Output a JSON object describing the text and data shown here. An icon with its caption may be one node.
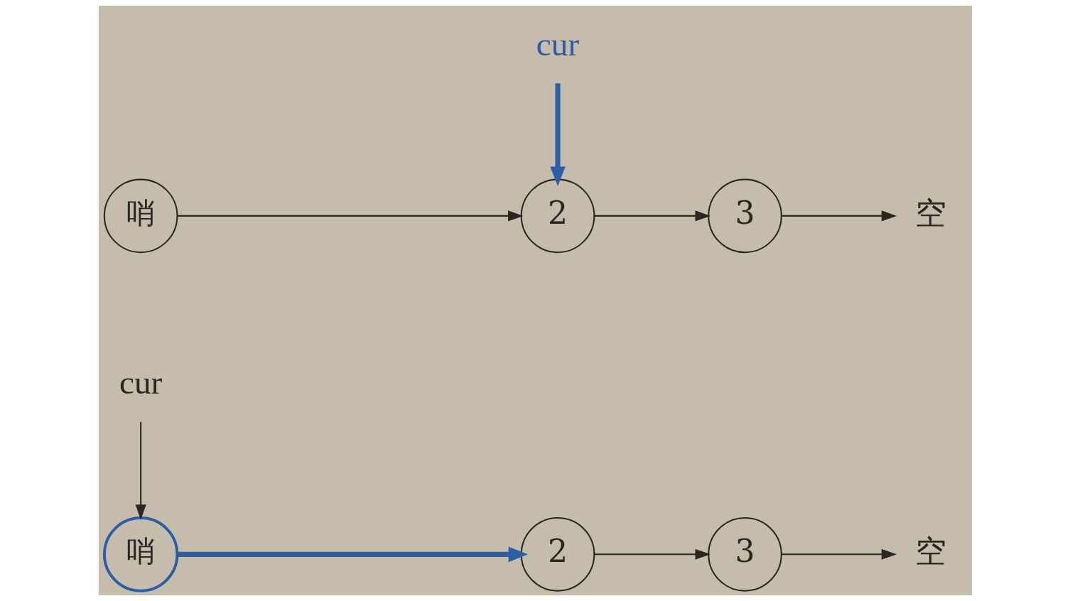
{
  "diagram": {
    "nodes": [
      {
        "text": [
          "cur"
        ]
      },
      {
        "text": [
          "哨"
        ]
      },
      {
        "text": [
          "2"
        ]
      },
      {
        "text": [
          "3"
        ]
      },
      {
        "text": [
          "空"
        ]
      },
      {
        "text": [
          "cur"
        ]
      },
      {
        "text": [
          "哨"
        ]
      },
      {
        "text": [
          "2"
        ]
      },
      {
        "text": [
          "3"
        ]
      },
      {
        "text": [
          "空"
        ]
      }
    ],
    "edges": [
      {
        "from": 0,
        "to": 1,
        "arrow": "to"
      },
      {
        "from": 1,
        "to": 2,
        "arrow": "to",
        "style": "thick",
        "color": "#2b5ea7"
      },
      {
        "from": 2,
        "to": 3,
        "arrow": "to"
      },
      {
        "from": 3,
        "to": 4,
        "arrow": "to"
      },
      {
        "from": 5,
        "to": 7,
        "arrow": "to",
        "style": "thick",
        "color": "#2b5ea7"
      },
      {
        "from": 6,
        "to": 7,
        "arrow": "to"
      },
      {
        "from": 7,
        "to": 8,
        "arrow": "to"
      },
      {
        "from": 8,
        "to": 9,
        "arrow": "to"
      }
    ]
  }
}
